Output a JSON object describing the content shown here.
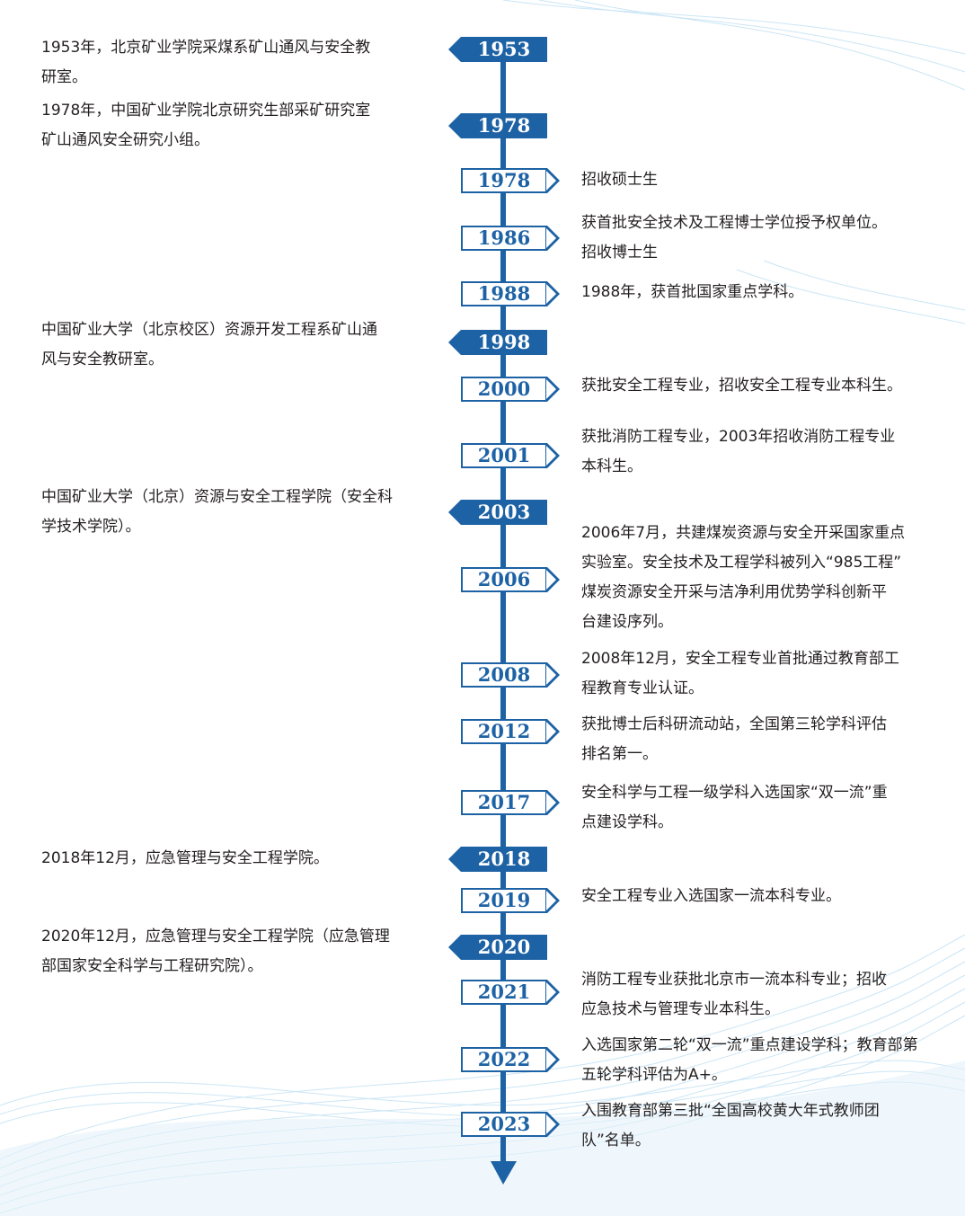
{
  "timeline": {
    "left_entries": [
      {
        "year": "1953",
        "text": "1953年，北京矿业学院采煤系矿山通风与安全教\n研室。"
      },
      {
        "year": "1978",
        "text": "1978年，中国矿业学院北京研究生部采矿研究室\n矿山通风安全研究小组。"
      },
      {
        "year": "1998",
        "text": "中国矿业大学（北京校区）资源开发工程系矿山通\n风与安全教研室。"
      },
      {
        "year": "2003",
        "text": "中国矿业大学（北京）资源与安全工程学院（安全科\n学技术学院）。"
      },
      {
        "year": "2018",
        "text": "2018年12月，应急管理与安全工程学院。"
      },
      {
        "year": "2020",
        "text": "2020年12月，应急管理与安全工程学院（应急管理\n部国家安全科学与工程研究院）。"
      }
    ],
    "right_entries": [
      {
        "year": "1978",
        "text": "招收硕士生"
      },
      {
        "year": "1986",
        "text": "获首批安全技术及工程博士学位授予权单位。\n招收博士生"
      },
      {
        "year": "1988",
        "text": "1988年，获首批国家重点学科。"
      },
      {
        "year": "2000",
        "text": "获批安全工程专业，招收安全工程专业本科生。"
      },
      {
        "year": "2001",
        "text": "获批消防工程专业，2003年招收消防工程专业\n本科生。"
      },
      {
        "year": "2006",
        "text": "2006年7月，共建煤炭资源与安全开采国家重点\n实验室。安全技术及工程学科被列入“985工程”\n煤炭资源安全开采与洁净利用优势学科创新平\n台建设序列。"
      },
      {
        "year": "2008",
        "text": "2008年12月，安全工程专业首批通过教育部工\n程教育专业认证。"
      },
      {
        "year": "2012",
        "text": "获批博士后科研流动站，全国第三轮学科评估\n排名第一。"
      },
      {
        "year": "2017",
        "text": "安全科学与工程一级学科入选国家“双一流”重\n点建设学科。"
      },
      {
        "year": "2019",
        "text": "安全工程专业入选国家一流本科专业。"
      },
      {
        "year": "2021",
        "text": "消防工程专业获批北京市一流本科专业；招收\n应急技术与管理专业本科生。"
      },
      {
        "year": "2022",
        "text": "入选国家第二轮“双一流”重点建设学科；教育部第\n五轮学科评估为A+。"
      },
      {
        "year": "2023",
        "text": "入围教育部第三批“全国高校黄大年式教师团\n队”名单。"
      }
    ]
  },
  "colors": {
    "accent": "#1d62a4",
    "wave": "#bfe0f3"
  }
}
